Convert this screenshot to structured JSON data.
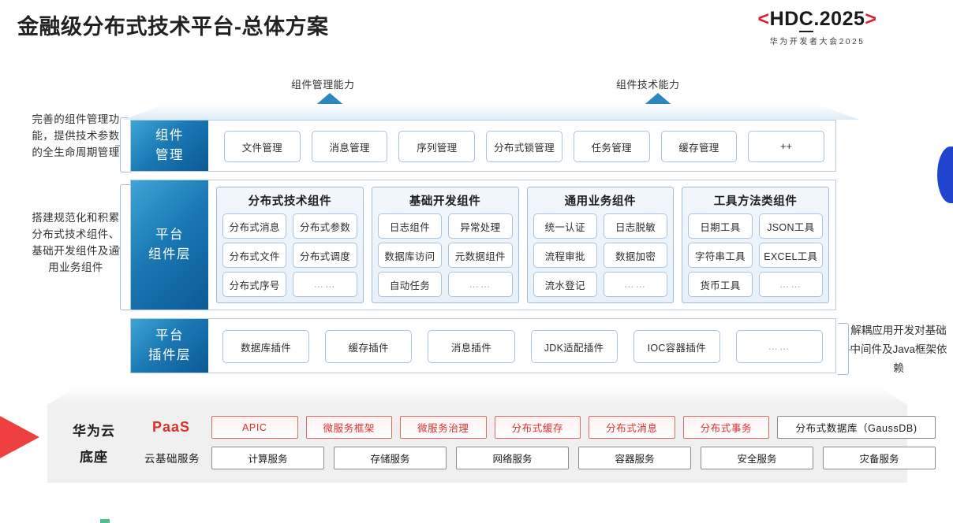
{
  "header": {
    "title": "金融级分布式技术平台-总体方案",
    "logo_prefix": "<",
    "logo_h": "H",
    "logo_d": "D",
    "logo_c": "C",
    "logo_rest": ".2025",
    "logo_suffix": ">",
    "logo_sub": "华为开发者大会2025",
    "brand_red": "#d7202e"
  },
  "annotations": {
    "left_top": "完善的组件管理功能，提供技术参数的全生命周期管理",
    "left_mid": "搭建规范化和积累分布式技术组件、基础开发组件及通用业务组件",
    "right": "解耦应用开发对基础中间件及Java框架依赖",
    "arrow_left_label": "组件管理能力",
    "arrow_right_label": "组件技术能力"
  },
  "layers": [
    {
      "id": "component-management",
      "side_label": "组件\n管理",
      "items": [
        "文件管理",
        "消息管理",
        "序列管理",
        "分布式锁管理",
        "任务管理",
        "缓存管理",
        "++"
      ]
    },
    {
      "id": "platform-component-layer",
      "side_label": "平台\n组件层",
      "groups": [
        {
          "title": "分布式技术组件",
          "items": [
            "分布式消息",
            "分布式参数",
            "分布式文件",
            "分布式调度",
            "分布式序号",
            "……"
          ]
        },
        {
          "title": "基础开发组件",
          "items": [
            "日志组件",
            "异常处理",
            "数据库访问",
            "元数据组件",
            "自动任务",
            "……"
          ]
        },
        {
          "title": "通用业务组件",
          "items": [
            "统一认证",
            "日志脱敏",
            "流程审批",
            "数据加密",
            "流水登记",
            "……"
          ]
        },
        {
          "title": "工具方法类组件",
          "items": [
            "日期工具",
            "JSON工具",
            "字符串工具",
            "EXCEL工具",
            "货币工具",
            "……"
          ]
        }
      ]
    },
    {
      "id": "platform-plugin-layer",
      "side_label": "平台\n插件层",
      "items": [
        "数据库插件",
        "缓存插件",
        "消息插件",
        "JDK适配插件",
        "IOC容器插件",
        "……"
      ]
    }
  ],
  "cloud_base": {
    "label": "华为云\n底座",
    "paas_label": "PaaS",
    "cloud_service_label": "云基础服务",
    "paas_items": [
      {
        "text": "APIC",
        "style": "red"
      },
      {
        "text": "微服务框架",
        "style": "red"
      },
      {
        "text": "微服务治理",
        "style": "red"
      },
      {
        "text": "分布式缓存",
        "style": "red"
      },
      {
        "text": "分布式消息",
        "style": "red"
      },
      {
        "text": "分布式事务",
        "style": "red"
      },
      {
        "text": "分布式数据库（GaussDB)",
        "style": "neutral"
      }
    ],
    "basic_items": [
      "计算服务",
      "存储服务",
      "网络服务",
      "容器服务",
      "安全服务",
      "灾备服务"
    ]
  },
  "colors": {
    "accent_blue": "#1b79b4",
    "deep_blue": "#0b5a96",
    "brand_red": "#d9302c",
    "wedge_red": "#ef4040",
    "blob_blue": "#1f45cf",
    "panel_gray": "#f0f0f0"
  }
}
